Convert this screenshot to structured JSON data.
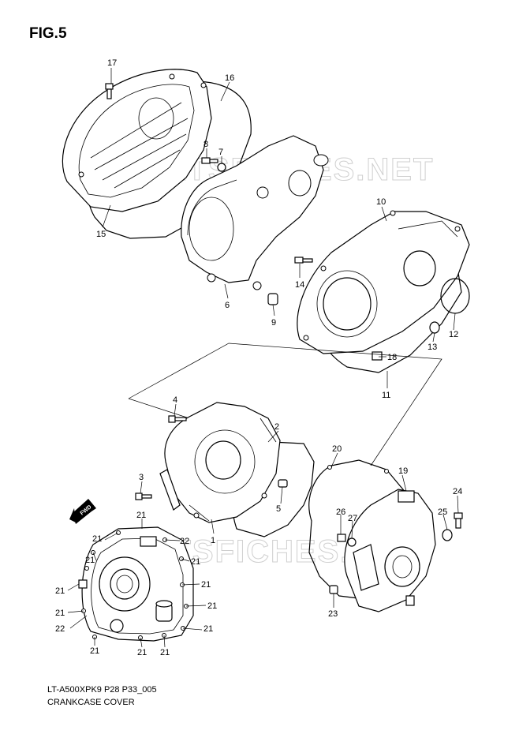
{
  "figure": {
    "title": "FIG.5",
    "code": "LT-A500XPK9 P28 P33_005",
    "caption": "CRANKCASE COVER"
  },
  "watermark": {
    "text": "PARTSFICHES.NET"
  },
  "fwd_label": "FWD",
  "callouts": {
    "c1": "1",
    "c2": "2",
    "c3": "3",
    "c4": "4",
    "c5": "5",
    "c6": "6",
    "c7": "7",
    "c8": "8",
    "c9": "9",
    "c10": "10",
    "c11": "11",
    "c12": "12",
    "c13": "13",
    "c14": "14",
    "c15": "15",
    "c16": "16",
    "c17": "17",
    "c18": "18",
    "c19": "19",
    "c20": "20",
    "c21": "21",
    "c22": "22",
    "c23": "23",
    "c24": "24",
    "c25": "25",
    "c26": "26",
    "c27": "27"
  }
}
